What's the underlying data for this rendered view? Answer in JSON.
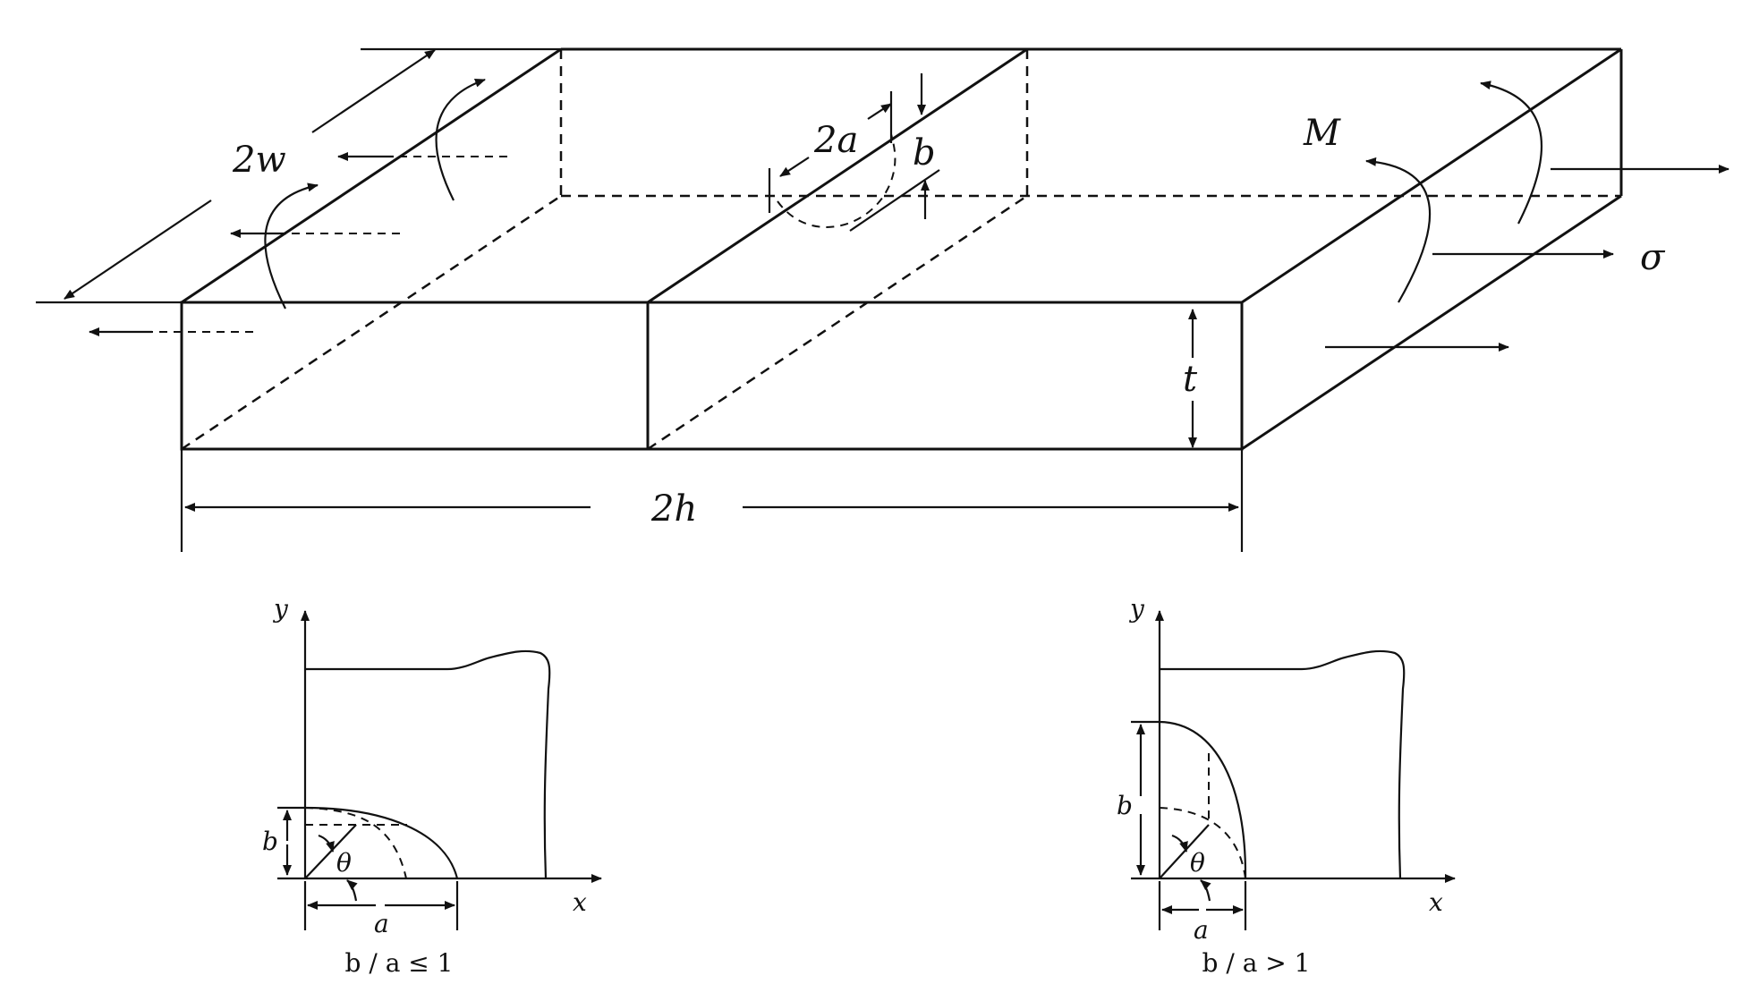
{
  "plate": {
    "labels": {
      "width": "2w",
      "crack_length": "2a",
      "crack_depth": "b",
      "moment": "M",
      "stress": "σ",
      "thickness": "t",
      "length": "2h"
    }
  },
  "detail_left": {
    "axis_x": "x",
    "axis_y": "y",
    "dim_a": "a",
    "dim_b": "b",
    "angle": "θ",
    "caption": "b / a ≤ 1"
  },
  "detail_right": {
    "axis_x": "x",
    "axis_y": "y",
    "dim_a": "a",
    "dim_b": "b",
    "angle": "θ",
    "caption": "b / a > 1"
  }
}
